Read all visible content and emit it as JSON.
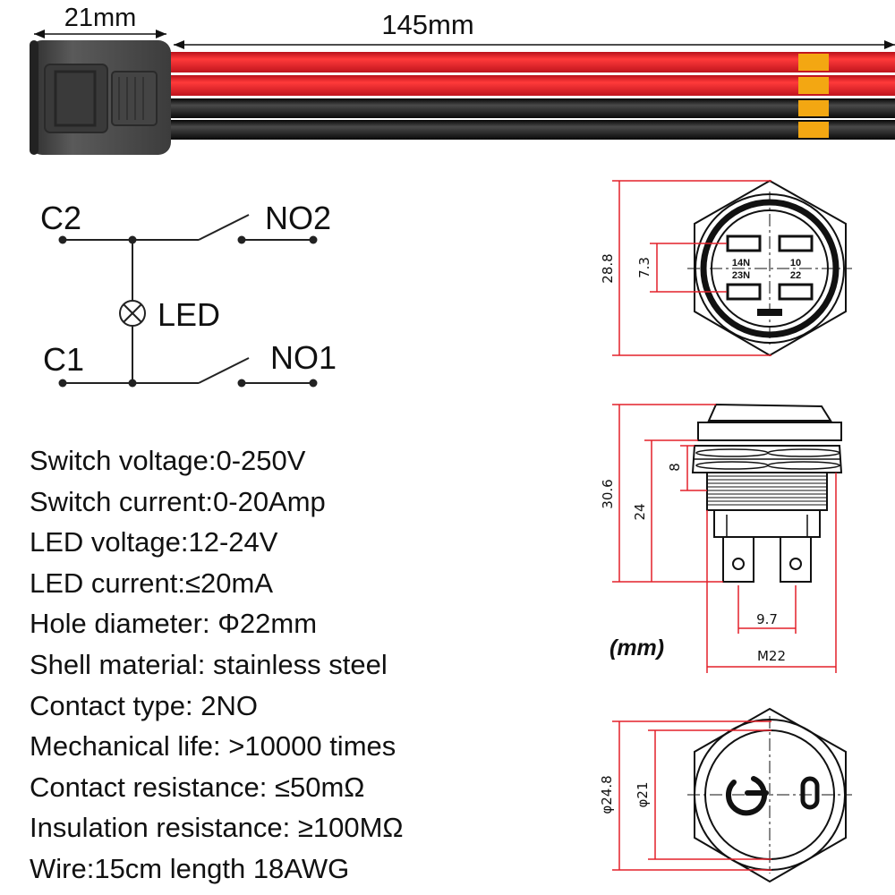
{
  "dimensions": {
    "connector_length": "21mm",
    "wire_length": "145mm"
  },
  "wiring": {
    "labels": {
      "c2": "C2",
      "no2": "NO2",
      "led": "LED",
      "c1": "C1",
      "no1": "NO1"
    }
  },
  "specs": [
    "Switch voltage:0-250V",
    "Switch current:0-20Amp",
    "LED voltage:12-24V",
    "LED current:≤20mA",
    "Hole diameter: Φ22mm",
    "Shell material: stainless steel",
    "Contact type: 2NO",
    "Mechanical life: >10000 times",
    "Contact resistance: ≤50mΩ",
    "Insulation resistance: ≥100MΩ",
    "Wire:15cm length 18AWG"
  ],
  "drawing": {
    "unit_note": "(mm)",
    "back_view": {
      "height": "28.8",
      "terminal_pitch": "7.3",
      "terminal_marks_left": [
        "14N",
        "23N"
      ],
      "terminal_marks_right": [
        "10",
        "22"
      ]
    },
    "side_view": {
      "total_height": "30.6",
      "body_height": "24",
      "head_height": "8",
      "terminal_spacing": "9.7",
      "thread": "M22"
    },
    "front_view": {
      "outer_diameter": "φ24.8",
      "inner_diameter": "φ21"
    }
  },
  "colors": {
    "wire_red": "#e8202a",
    "wire_black": "#151515",
    "heat_shrink": "#f3a712",
    "dimension_line": "#e3202a",
    "connector_body": "#4b4b4b"
  }
}
